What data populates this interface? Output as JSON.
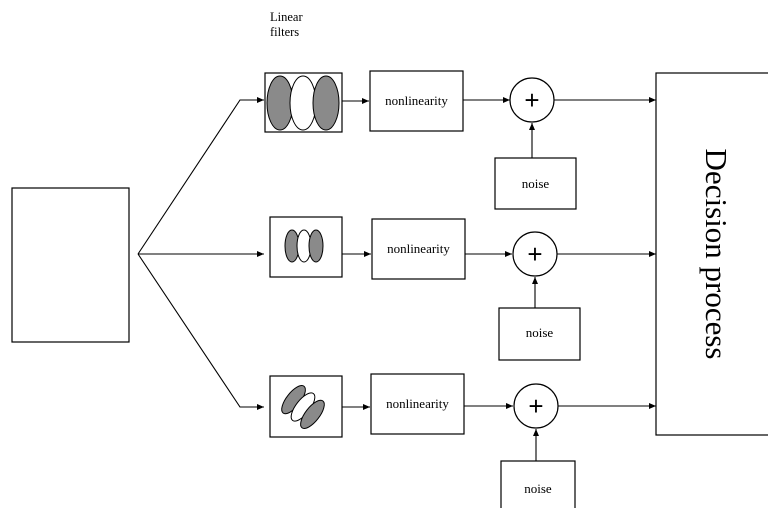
{
  "header": {
    "filters_title_line1": "Linear",
    "filters_title_line2": "filters"
  },
  "channels": [
    {
      "nonlinearity_label": "nonlinearity",
      "sum_symbol": "+",
      "noise_label": "noise"
    },
    {
      "nonlinearity_label": "nonlinearity",
      "sum_symbol": "+",
      "noise_label": "noise"
    },
    {
      "nonlinearity_label": "nonlinearity",
      "sum_symbol": "+",
      "noise_label": "noise"
    }
  ],
  "decision": {
    "label": "Decision process"
  },
  "colors": {
    "lobe_dark": "#8a8a8a",
    "line": "#000000",
    "background": "#ffffff"
  }
}
